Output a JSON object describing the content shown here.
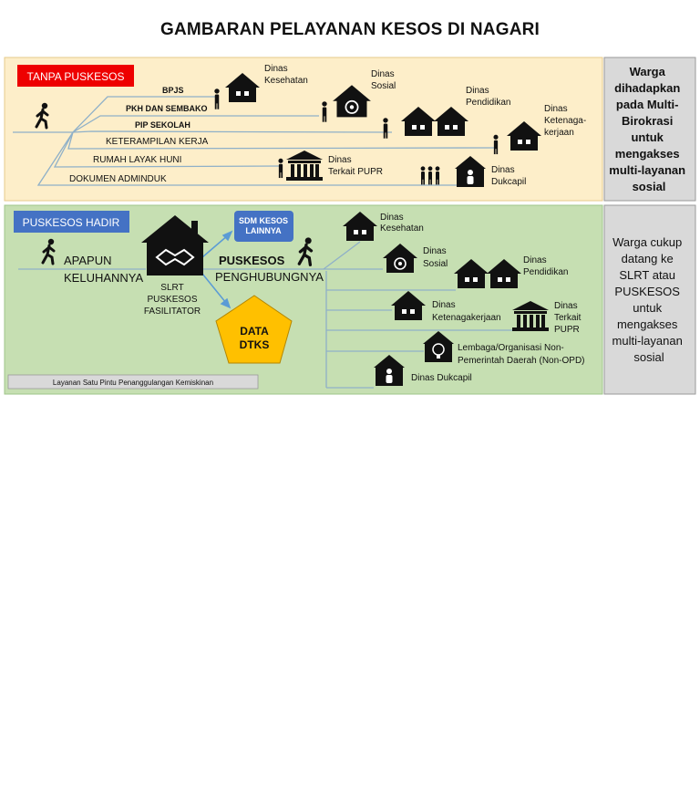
{
  "title": "GAMBARAN PELAYANAN KESOS DI NAGARI",
  "colors": {
    "top_bg": "#fdeec9",
    "bottom_bg": "#c6dfb2",
    "side_bg": "#d9d9d9",
    "red_tag": "#ee0000",
    "blue_tag": "#4472c4",
    "dtks_fill": "#ffc000",
    "line": "#8fb0c8",
    "arrow": "#5b9bd5"
  },
  "top": {
    "tag": "TANPA PUSKESOS",
    "services": [
      "BPJS",
      "PKH DAN SEMBAKO",
      "PIP SEKOLAH",
      "KETERAMPILAN KERJA",
      "RUMAH LAYAK HUNI",
      "DOKUMEN ADMINDUK"
    ],
    "agencies": [
      [
        "Dinas",
        "Kesehatan"
      ],
      [
        "Dinas",
        "Sosial"
      ],
      [
        "Dinas",
        "Pendidikan"
      ],
      [
        "Dinas",
        "Ketenaga-",
        "kerjaan"
      ],
      [
        "Dinas",
        "Terkait PUPR"
      ],
      [
        "Dinas",
        "Dukcapil"
      ]
    ],
    "side_lines": [
      "Warga",
      "dihadapkan",
      "pada Multi-",
      "Birokrasi",
      "untuk",
      "mengakses",
      "multi-layanan",
      "sosial"
    ]
  },
  "bottom": {
    "tag": "PUSKESOS HADIR",
    "need_lines": [
      "APAPUN",
      "KELUHANNYA"
    ],
    "slrt_lines": [
      "SLRT",
      "PUSKESOS",
      "FASILITATOR"
    ],
    "sdm_lines": [
      "SDM KESOS",
      "LAINNYA"
    ],
    "connector_lines": [
      "PUSKESOS",
      "PENGHUBUNGNYA"
    ],
    "dtks_lines": [
      "DATA",
      "DTKS"
    ],
    "agencies": [
      [
        "Dinas",
        "Kesehatan"
      ],
      [
        "Dinas",
        "Sosial"
      ],
      [
        "Dinas",
        "Pendidikan"
      ],
      [
        "Dinas",
        "Ketenagakerjaan"
      ],
      [
        "Dinas",
        "Terkait",
        "PUPR"
      ],
      [
        "Lembaga/Organisasi Non-",
        "Pemerintah Daerah (Non-OPD)"
      ],
      [
        "Dinas Dukcapil"
      ]
    ],
    "footer": "Layanan Satu Pintu Penanggulangan Kemiskinan",
    "side_lines": [
      "Warga cukup",
      "datang ke",
      "SLRT atau",
      "PUSKESOS",
      "untuk",
      "mengakses",
      "multi-layanan",
      "sosial"
    ]
  }
}
